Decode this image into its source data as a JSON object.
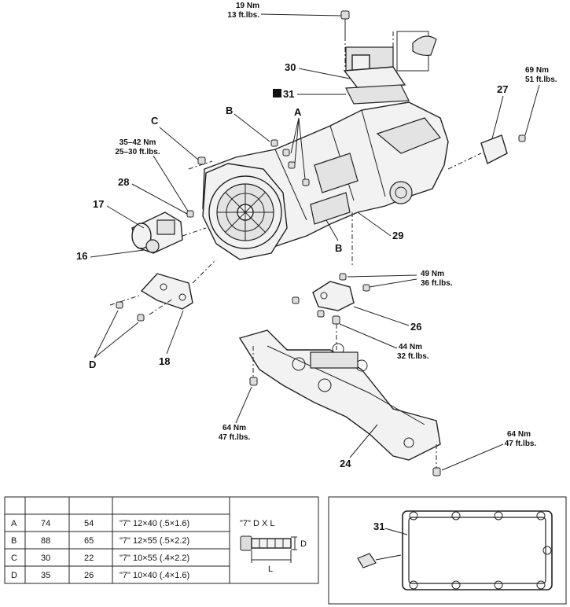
{
  "torques": {
    "t19": [
      "19 Nm",
      "13 ft.lbs."
    ],
    "t69": [
      "69 Nm",
      "51 ft.lbs."
    ],
    "t3542": [
      "35–42 Nm",
      "25–30 ft.lbs."
    ],
    "t49": [
      "49 Nm",
      "36 ft.lbs."
    ],
    "t44": [
      "44 Nm",
      "32 ft.lbs."
    ],
    "t64a": [
      "64 Nm",
      "47 ft.lbs."
    ],
    "t64b": [
      "64 Nm",
      "47 ft.lbs."
    ]
  },
  "callouts": {
    "p30": "30",
    "p31": "31",
    "p27": "27",
    "p28": "28",
    "p17": "17",
    "p16": "16",
    "p18": "18",
    "p29": "29",
    "p26": "26",
    "p24": "24",
    "bA": "A",
    "bB1": "B",
    "bB2": "B",
    "bC": "C",
    "bD": "D",
    "inset31": "31"
  },
  "bolt_table": {
    "rows": [
      [
        "A",
        "74",
        "54",
        "\"7\" 12×40 (.5×1.6)"
      ],
      [
        "B",
        "88",
        "65",
        "\"7\" 12×55 (.5×2.2)"
      ],
      [
        "C",
        "30",
        "22",
        "\"7\" 10×55 (.4×2.2)"
      ],
      [
        "D",
        "35",
        "26",
        "\"7\" 10×40 (.4×1.6)"
      ]
    ],
    "legend": "\"7\" D X L",
    "dim_d": "D",
    "dim_l": "L"
  },
  "colors": {
    "ink": "#111111",
    "paper": "#ffffff"
  }
}
